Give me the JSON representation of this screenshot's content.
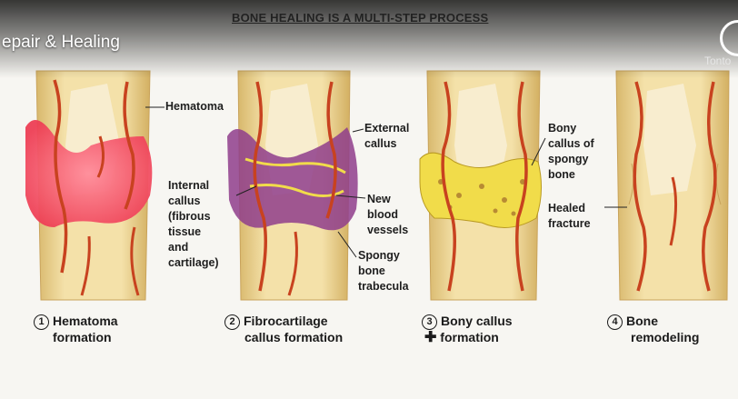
{
  "player": {
    "video_title": "epair & Healing",
    "channel_name": "Tonto"
  },
  "figure": {
    "title": "BONE HEALING IS A MULTI-STEP PROCESS",
    "labels": {
      "hematoma": "Hematoma",
      "external_callus_1": "External",
      "external_callus_2": "callus",
      "internal_callus": [
        "Internal",
        "callus",
        "(fibrous",
        "tissue",
        "and",
        "cartilage)"
      ],
      "new_blood_vessels": [
        "New",
        "blood",
        "vessels"
      ],
      "spongy_bone_trabecula": [
        "Spongy",
        "bone",
        "trabecula"
      ],
      "bony_callus": [
        "Bony",
        "callus of",
        "spongy",
        "bone"
      ],
      "healed_fracture": [
        "Healed",
        "fracture"
      ]
    },
    "steps": [
      {
        "number": "1",
        "line1": "Hematoma",
        "line2": "formation"
      },
      {
        "number": "2",
        "line1": "Fibrocartilage",
        "line2": "callus formation"
      },
      {
        "number": "3",
        "line1": "Bony callus",
        "line2": "formation"
      },
      {
        "number": "4",
        "line1": "Bone",
        "line2": "remodeling"
      }
    ]
  },
  "colors": {
    "bone": "#efd9a0",
    "bone_shadow": "#d9b86a",
    "marrow": "#f6ecd0",
    "hematoma": "#f2566b",
    "vessel": "#c8421f",
    "fibrocartilage": "#8f3d8c",
    "bony_callus": "#f1dc4a"
  }
}
